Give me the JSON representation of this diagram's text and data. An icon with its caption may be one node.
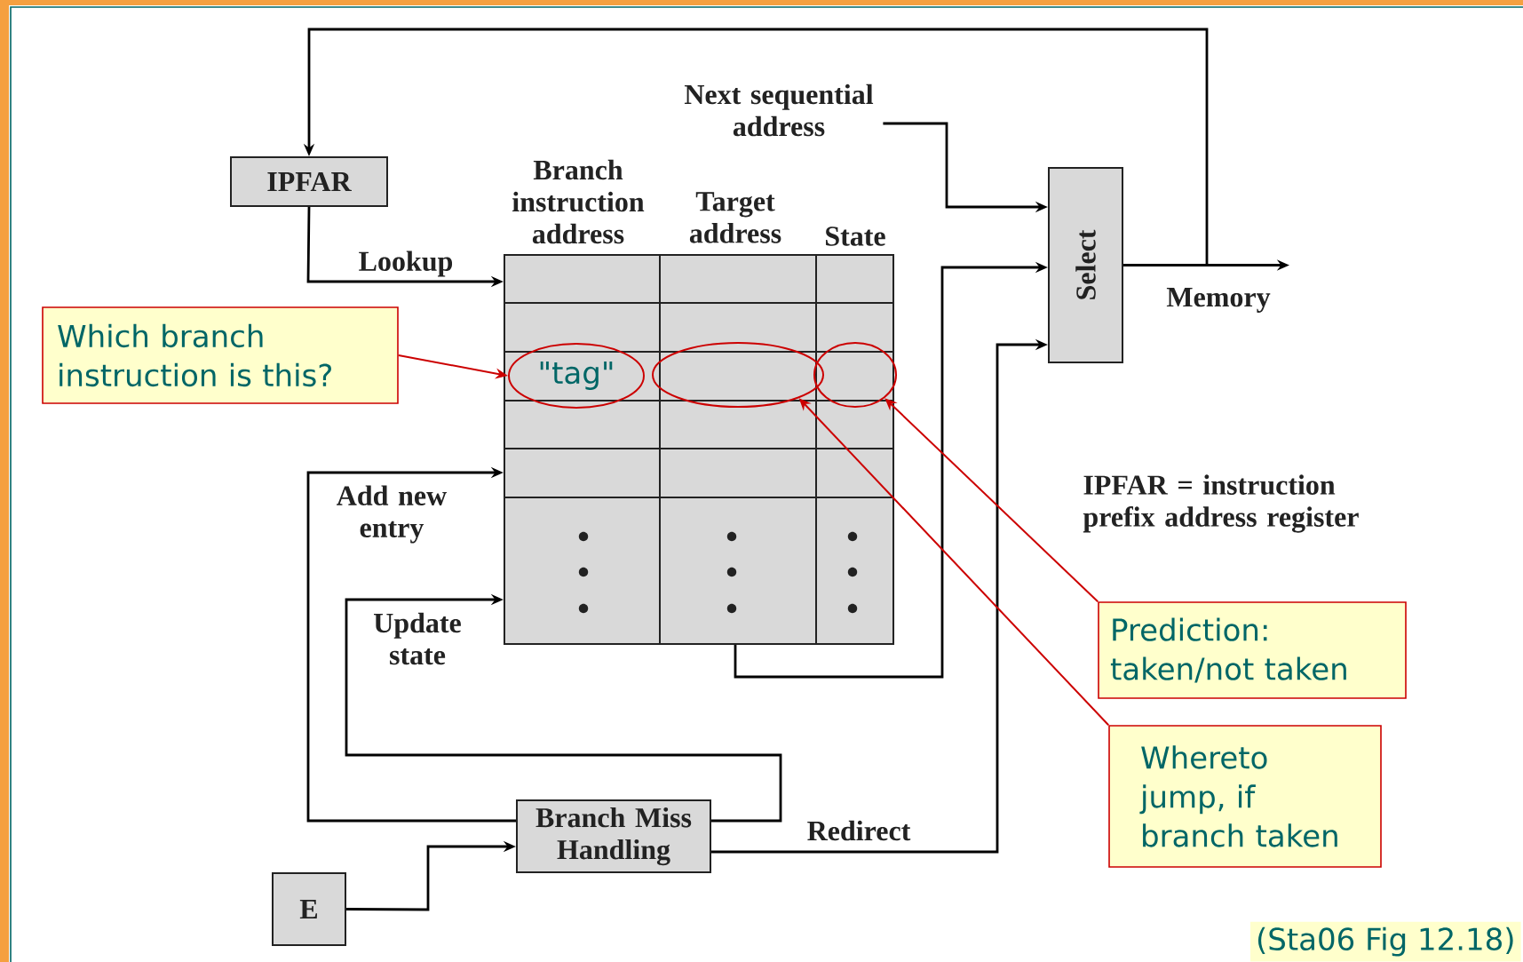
{
  "diagram": {
    "caption": "(Sta06 Fig 12.18)",
    "nodes": [
      {
        "text": [
          "IPFAR"
        ]
      },
      {
        "text": [
          "Select"
        ]
      },
      {
        "text": [
          "Branch Miss Handling"
        ]
      },
      {
        "text": [
          "E"
        ]
      },
      {
        "text": [
          "Branch instruction address",
          "Target address",
          "State"
        ]
      },
      {
        "text": [
          "\"tag\""
        ],
        "in": 4
      },
      {
        "text": [],
        "shape": "ellipse",
        "in": 4
      },
      {
        "text": [],
        "shape": "ellipse",
        "in": 4
      },
      {
        "text": [
          "Next sequential address"
        ]
      },
      {
        "text": [
          "Which branch instruction is this?"
        ]
      },
      {
        "text": [
          "Prediction: taken/not taken"
        ]
      },
      {
        "text": [
          "Whereto jump, if branch taken"
        ]
      }
    ],
    "edges": [
      {
        "from": 1,
        "to": 0,
        "arrow": "to"
      },
      {
        "from": 1,
        "to": null,
        "arrow": "to",
        "label": "Memory"
      },
      {
        "from": 0,
        "to": 4,
        "arrow": "to",
        "label": "Lookup"
      },
      {
        "from": 8,
        "to": 1,
        "arrow": "to"
      },
      {
        "from": 4,
        "to": 1,
        "arrow": "to"
      },
      {
        "from": 2,
        "to": 1,
        "arrow": "to",
        "label": "Redirect"
      },
      {
        "from": 2,
        "to": 4,
        "arrow": "to",
        "label": "Add new entry"
      },
      {
        "from": 2,
        "to": 4,
        "arrow": "to",
        "label": "Update state"
      },
      {
        "from": 3,
        "to": 2,
        "arrow": "to"
      },
      {
        "from": 9,
        "to": 5,
        "arrow": "to",
        "color": "#cc0000"
      },
      {
        "from": 10,
        "to": 7,
        "arrow": "to",
        "color": "#cc0000"
      },
      {
        "from": 11,
        "to": 6,
        "arrow": "to",
        "color": "#cc0000"
      }
    ],
    "labels": [
      "IPFAR = instruction prefix address register"
    ]
  }
}
